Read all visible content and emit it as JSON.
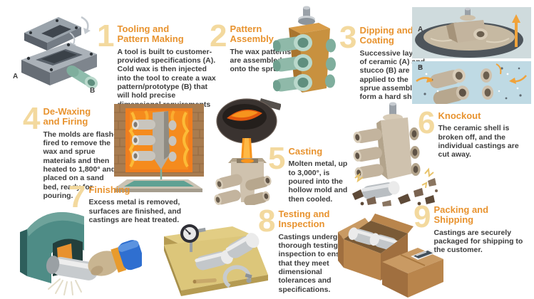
{
  "colors": {
    "step_number": "#f3d99e",
    "heading": "#e8932f",
    "body_text": "#3d3d3d",
    "background": "#ffffff"
  },
  "steps": [
    {
      "num": "1",
      "title": "Tooling and Pattern Making",
      "body": "A tool is built to customer-provided specifications (A). Cold wax is then injected into the tool to create a wax pattern/prototype (B) that will hold precise dimensional requirements in the final casting.",
      "label_a": "A",
      "label_b": "B",
      "illustration": "mold-tool-and-wax-pattern"
    },
    {
      "num": "2",
      "title": "Pattern Assembly",
      "body": "The wax patterns are assembled onto the sprue.",
      "illustration": "wax-sprue-assembly"
    },
    {
      "num": "3",
      "title": "Dipping and Coating",
      "body": "Successive layers of ceramic (A) and stucco (B) are applied to the sprue assembly to form a hard shell.",
      "label_a": "A",
      "label_b": "B",
      "illustration": "ceramic-dip-and-stucco-panels"
    },
    {
      "num": "4",
      "title": "De-Waxing and Firing",
      "body": "The molds are flash-fired to remove the wax and sprue materials and then heated to 1,800° and placed on a sand bed, ready for pouring.",
      "illustration": "flash-fire-furnace"
    },
    {
      "num": "5",
      "title": "Casting",
      "body": "Molten metal, up to 3,000°, is poured into the hollow mold and then cooled.",
      "illustration": "ladle-pouring-molten-metal"
    },
    {
      "num": "6",
      "title": "Knockout",
      "body": "The ceramic shell is broken off, and the individual castings are cut away.",
      "illustration": "shell-knockout"
    },
    {
      "num": "7",
      "title": "Finishing",
      "body": "Excess metal is removed, surfaces are finished, and castings are heat treated.",
      "illustration": "grinding-finishing-machine"
    },
    {
      "num": "8",
      "title": "Testing and Inspection",
      "body": "Castings undergo thorough testing and inspection to ensure that they meet dimensional tolerances and specifications.",
      "illustration": "inspection-bench"
    },
    {
      "num": "9",
      "title": "Packing and Shipping",
      "body": "Castings are securely packaged for shipping to the customer.",
      "illustration": "shipping-boxes"
    }
  ]
}
